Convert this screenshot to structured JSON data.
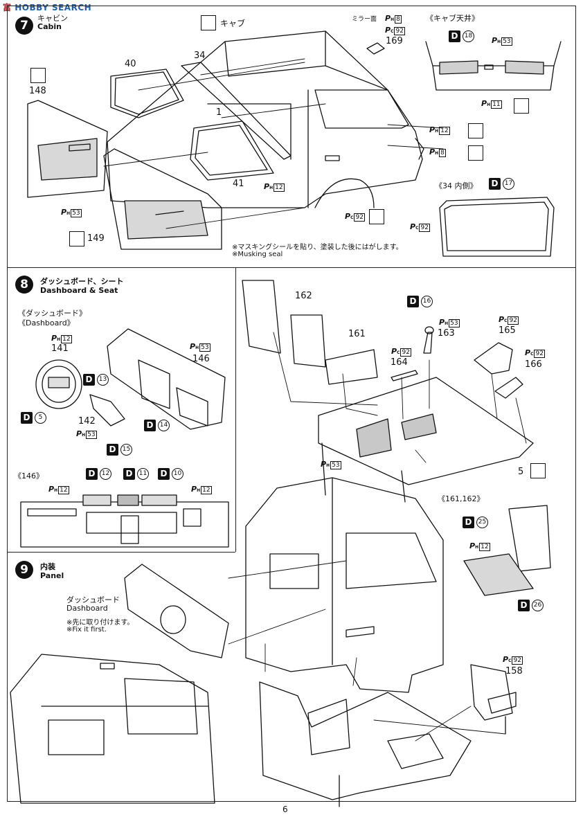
{
  "watermark": {
    "cn": "富",
    "en": "HOBBY SEARCH"
  },
  "page_number": "6",
  "step7": {
    "number": "7",
    "title_jp": "キャビン",
    "title_en": "Cabin",
    "cab_label": "キャブ",
    "mirror_label": "ミラー面",
    "roof_label": "《キャブ天井》",
    "inside34_label": "《34 内側》",
    "parts": [
      "40",
      "34",
      "1",
      "41",
      "148",
      "149",
      "169"
    ],
    "paints": {
      "ph8": "8",
      "pc92": "92",
      "ph53": "53",
      "ph12": "12",
      "ph11": "11"
    },
    "decals": {
      "d18": "18",
      "d17": "17"
    },
    "note_jp": "※マスキングシールを貼り、塗装した後にはがします。",
    "note_en": "※Musking seal"
  },
  "step8": {
    "number": "8",
    "title_jp": "ダッシュボード、シート",
    "title_en": "Dashboard & Seat",
    "sub_jp": "《ダッシュボード》",
    "sub_en": "《Dashboard》",
    "parts": [
      "141",
      "142",
      "146",
      "162",
      "161",
      "163",
      "164",
      "165",
      "166",
      "5"
    ],
    "decals": {
      "d5": "5",
      "d13": "13",
      "d14": "14",
      "d16": "16",
      "d15": "15",
      "d12": "12",
      "d11": "11",
      "d10": "10",
      "d25": "25",
      "d26": "26"
    },
    "detail146": "《146》",
    "detail161": "《161,162》"
  },
  "step9": {
    "number": "9",
    "title_jp": "内装",
    "title_en": "Panel",
    "dash_jp": "ダッシュボード",
    "dash_en": "Dashboard",
    "first_jp": "※先に取り付けます。",
    "first_en": "※Fix it first.",
    "parts": [
      "158"
    ]
  },
  "colors": {
    "ink": "#111111",
    "panel_tint": "#c8c8c8",
    "watermark": "#1a5fb4"
  }
}
